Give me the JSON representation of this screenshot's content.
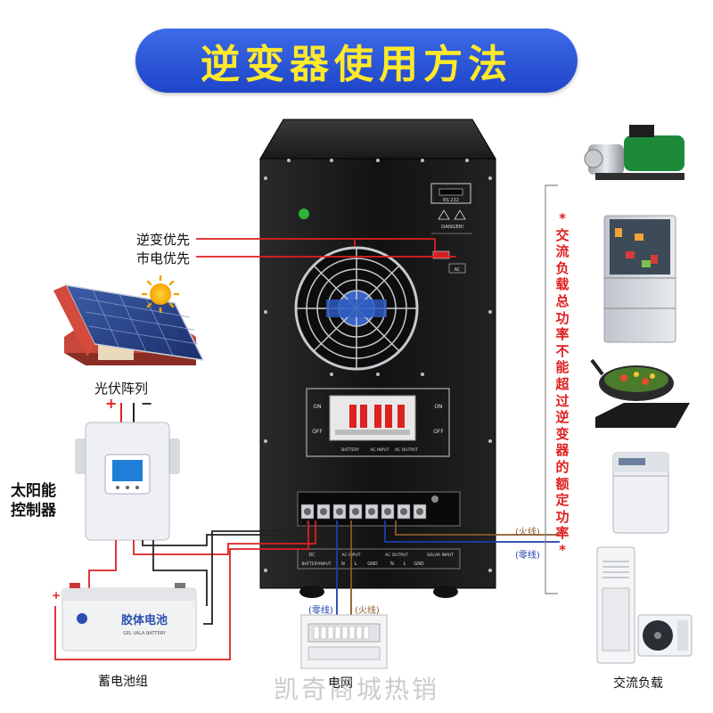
{
  "title": "逆变器使用方法",
  "labels": {
    "inverter_priority": "逆变优先",
    "grid_priority": "市电优先",
    "pv_array": "光伏阵列",
    "solar_controller": "太阳能\n控制器",
    "battery_bank": "蓄电池组",
    "grid": "电网",
    "ac_load": "交流负载",
    "live_wire": "(火线)",
    "neutral_wire": "(零线)",
    "grid_neutral": "(零线)",
    "grid_live": "(火线)",
    "battery_brand": "胶体电池",
    "battery_sub": "GEL  VALA BATTERY"
  },
  "vertical_note": "*交流负载总功率不能超过逆变器的额定功率*",
  "inverter_panel": {
    "rs232": "RS 232",
    "danger": "DANGER!",
    "on": "ON",
    "off": "OFF",
    "battery": "BATTERY",
    "ac_input": "AC INPUT",
    "ac_output": "AC OUTPUT",
    "solar_input": "SOLAR INPUT",
    "dc": "DC",
    "battery_input": "BATTERYINPUT",
    "term_n": "N",
    "term_l": "L",
    "term_gnd": "GND"
  },
  "polarity": {
    "plus": "+",
    "minus": "−"
  },
  "watermark": "凯奇商城热销",
  "colors": {
    "title_bg": "#2b55d6",
    "title_text": "#ffe92a",
    "wire_red": "#e02020",
    "wire_blue": "#1d3ea8",
    "wire_brown": "#8a5a2a",
    "wire_black": "#222222",
    "cabinet": "#161616"
  }
}
